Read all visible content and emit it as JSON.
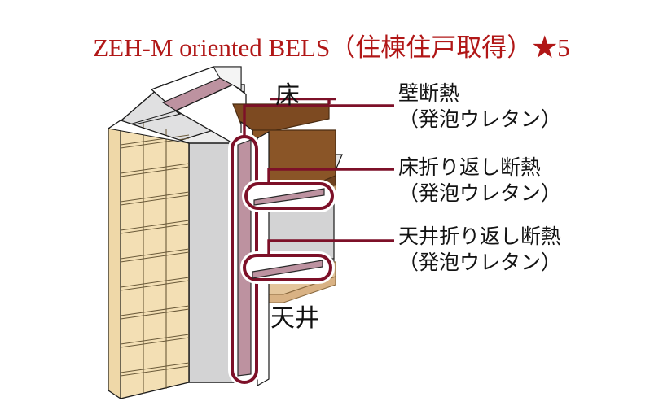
{
  "title": {
    "text": "ZEH-M oriented BELS（住棟住戸取得）★5",
    "color": "#b11717"
  },
  "diagram": {
    "type": "architectural-cutaway",
    "description": "Isometric cutaway of an apartment wall, floor and ceiling showing foamed-urethane insulation locations",
    "callouts": [
      {
        "name": "wall-insulation",
        "line1": "壁断熱",
        "line2": "（発泡ウレタン）"
      },
      {
        "name": "floor-insulation",
        "line1": "床折り返し断熱",
        "line2": "（発泡ウレタン）"
      },
      {
        "name": "ceiling-insulation",
        "line1": "天井折り返し断熱",
        "line2": "（発泡ウレタン）"
      }
    ],
    "inner_labels": [
      {
        "name": "floor",
        "text": "床"
      },
      {
        "name": "ceiling",
        "text": "天井"
      }
    ],
    "colors": {
      "tile": "#f3dfb4",
      "tile_edge": "#6b5a3a",
      "concrete": "#d3d3d4",
      "concrete_side": "#c2c2c4",
      "concrete_top": "#e3e3e4",
      "floor_slab": "#7d4a21",
      "floor_slab_top": "#8a5527",
      "ceiling_board": "#d9b284",
      "ceiling_board_top": "#e4c69c",
      "insulation_fill": "#bd92a0",
      "insulation_outline": "#7d1028",
      "outline": "#1a1a1a",
      "white_panel": "#ffffff"
    }
  }
}
